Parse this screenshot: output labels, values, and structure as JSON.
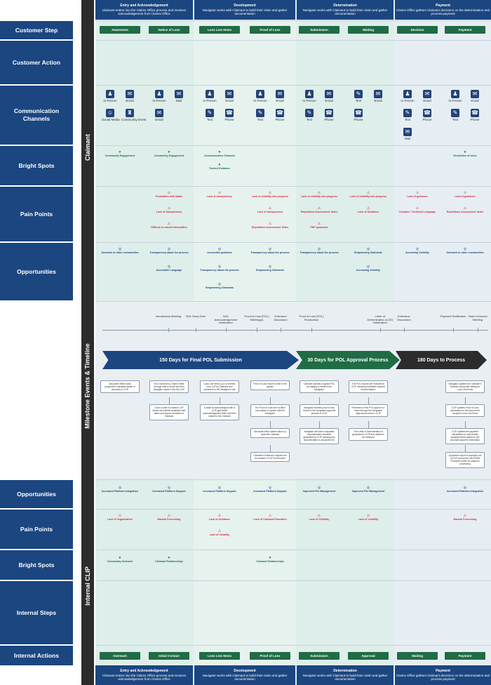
{
  "labels": {
    "customer_step": "Customer Step",
    "customer_action": "Customer Action",
    "communication_channels": "Communication Channels",
    "bright_spots": "Bright Spots",
    "pain_points": "Pain Points",
    "opportunities": "Opportunities",
    "opportunities_clip": "Opportunities",
    "pain_points_clip": "Pain Points",
    "bright_spots_clip": "Bright Spots",
    "internal_steps": "Internal Steps",
    "internal_actions": "Internal Actions"
  },
  "vertical_bands": {
    "claimant": "Claimant",
    "milestone": "Milestone Events & Timeline",
    "clip": "Internal CLIP"
  },
  "phases": [
    {
      "title": "Entry and Acknowledgement",
      "desc": "Claimant enters into the Claims Office process and receives acknowledgement from Claims Office"
    },
    {
      "title": "Development",
      "desc": "Navigator works with Claimant to build their claim and gather documentation"
    },
    {
      "title": "Determination",
      "desc": "Navigator works with Claimant to build their claim and gather documentation"
    },
    {
      "title": "Payment",
      "desc": "Claims Office gathers Claimant decisions on the determination and process payment"
    }
  ],
  "customer_steps": [
    "Awareness",
    "Notice of Loss",
    "Loss Line Items",
    "Proof of Loss",
    "Submission",
    "Waiting",
    "Decision",
    "Payment"
  ],
  "internal_actions": [
    "Outreach",
    "Initial Contact",
    "Loss Line Items",
    "Proof of Loss",
    "Submission",
    "Approval",
    "Waiting",
    "Payment"
  ],
  "channels": [
    [
      {
        "icon": "in-person-icon",
        "glyph": "♟",
        "label": "In Person"
      },
      {
        "icon": "email-icon",
        "glyph": "✉",
        "label": "Email"
      },
      {
        "icon": "social-media-icon",
        "glyph": "☺",
        "label": "Social Media"
      },
      {
        "icon": "community-event-icon",
        "glyph": "♜",
        "label": "Community Event"
      }
    ],
    [
      {
        "icon": "in-person-icon",
        "glyph": "♟",
        "label": "In Person"
      },
      {
        "icon": "mail-icon",
        "glyph": "✉",
        "label": "Mail"
      },
      {
        "icon": "email-icon",
        "glyph": "✉",
        "label": "Email"
      }
    ],
    [
      {
        "icon": "in-person-icon",
        "glyph": "♟",
        "label": "In Person"
      },
      {
        "icon": "email-icon",
        "glyph": "✉",
        "label": "Email"
      },
      {
        "icon": "text-icon",
        "glyph": "✎",
        "label": "Text"
      },
      {
        "icon": "phone-icon",
        "glyph": "☎",
        "label": "Phone"
      }
    ],
    [
      {
        "icon": "in-person-icon",
        "glyph": "♟",
        "label": "In Person"
      },
      {
        "icon": "email-icon",
        "glyph": "✉",
        "label": "Email"
      },
      {
        "icon": "text-icon",
        "glyph": "✎",
        "label": "Text"
      },
      {
        "icon": "phone-icon",
        "glyph": "☎",
        "label": "Phone"
      }
    ],
    [
      {
        "icon": "in-person-icon",
        "glyph": "♟",
        "label": "In Person"
      },
      {
        "icon": "email-icon",
        "glyph": "✉",
        "label": "Email"
      },
      {
        "icon": "text-icon",
        "glyph": "✎",
        "label": "Text"
      },
      {
        "icon": "phone-icon",
        "glyph": "☎",
        "label": "Phone"
      }
    ],
    [
      {
        "icon": "text-icon",
        "glyph": "✎",
        "label": "Text"
      },
      {
        "icon": "email-icon",
        "glyph": "✉",
        "label": "Email"
      },
      {
        "icon": "phone-icon",
        "glyph": "☎",
        "label": "Phone"
      }
    ],
    [
      {
        "icon": "in-person-icon",
        "glyph": "♟",
        "label": "In Person"
      },
      {
        "icon": "email-icon",
        "glyph": "✉",
        "label": "Email"
      },
      {
        "icon": "text-icon",
        "glyph": "✎",
        "label": "Text"
      },
      {
        "icon": "phone-icon",
        "glyph": "☎",
        "label": "Phone"
      },
      {
        "icon": "mail-icon",
        "glyph": "✉",
        "label": "Mail"
      }
    ],
    [
      {
        "icon": "in-person-icon",
        "glyph": "♟",
        "label": "In Person"
      },
      {
        "icon": "email-icon",
        "glyph": "✉",
        "label": "Email"
      },
      {
        "icon": "text-icon",
        "glyph": "✎",
        "label": "Text"
      },
      {
        "icon": "phone-icon",
        "glyph": "☎",
        "label": "Phone"
      }
    ]
  ],
  "bright_spots": [
    {
      "col": 0,
      "title": "Community Engagement"
    },
    {
      "col": 1,
      "title": "Community Engagement"
    },
    {
      "col": 2,
      "title": "Communication Channels"
    },
    {
      "col": 2,
      "title": "Trusted Guidance"
    },
    {
      "col": 7,
      "title": "Resolution of Issue"
    }
  ],
  "pain_points": [
    {
      "col": 1,
      "title": "Frustration with Intake"
    },
    {
      "col": 1,
      "title": "Lack of transparency"
    },
    {
      "col": 1,
      "title": "Difficult to submit information"
    },
    {
      "col": 2,
      "title": "Lack of transparency"
    },
    {
      "col": 3,
      "title": "Lack of visibility into progress"
    },
    {
      "col": 3,
      "title": "Lack of transparency"
    },
    {
      "col": 3,
      "title": "Repetitious Assessment Tasks"
    },
    {
      "col": 4,
      "title": "Lack of visibility into progress"
    },
    {
      "col": 4,
      "title": "Repetitious Assessment Tasks"
    },
    {
      "col": 4,
      "title": "PDF ignorance"
    },
    {
      "col": 5,
      "title": "Lack of visibility into progress"
    },
    {
      "col": 5,
      "title": "Lack of Guidance"
    },
    {
      "col": 6,
      "title": "Lack of guidance"
    },
    {
      "col": 6,
      "title": "Complex / Technical Language"
    },
    {
      "col": 7,
      "title": "Lack of guidance"
    },
    {
      "col": 7,
      "title": "Repetitious Assessment Tasks"
    }
  ],
  "opportunities": [
    {
      "col": 0,
      "title": "Outreach to other communities"
    },
    {
      "col": 1,
      "title": "Transparency about the process"
    },
    {
      "col": 1,
      "title": "Accessible Language"
    },
    {
      "col": 2,
      "title": "Accessible guidance"
    },
    {
      "col": 2,
      "title": "Transparency about the process"
    },
    {
      "col": 2,
      "title": "Empowering Claimants"
    },
    {
      "col": 3,
      "title": "Transparency about the process"
    },
    {
      "col": 3,
      "title": "Empowering Claimants"
    },
    {
      "col": 4,
      "title": "Transparency about the process"
    },
    {
      "col": 5,
      "title": "Empowering Claimants"
    },
    {
      "col": 5,
      "title": "Increasing Visibility"
    },
    {
      "col": 6,
      "title": "Increasing Visibility"
    },
    {
      "col": 7,
      "title": "Outreach to other communities"
    }
  ],
  "timeline": {
    "events": [
      {
        "label": "Introductory Meeting"
      },
      {
        "label": "NOL Deep Dive"
      },
      {
        "label": "NOL Acknowledgement Notification"
      },
      {
        "label": "Proof of Loss (POL) Meeting(s)"
      },
      {
        "label": "Extension Discussion"
      },
      {
        "label": "Proof of Loss (POL) Finalization"
      },
      {
        "label": "Letter of Determination (LOD) Notification"
      },
      {
        "label": "Extension Discussion"
      },
      {
        "label": "Payment Notification"
      },
      {
        "label": "Claim Closeout Meeting"
      }
    ],
    "phases": [
      {
        "label": "150 Days for Final POL Submission",
        "color": "#1b4680"
      },
      {
        "label": "30 Days for POL Approval Process",
        "color": "#1f6c45"
      },
      {
        "label": "180 Days to Process",
        "color": "#2c2c2c"
      }
    ],
    "boxes": [
      {
        "col": 0,
        "lines": [
          "Advocate Office made prospective claimants aware of accounts in CLIP"
        ]
      },
      {
        "col": 1,
        "lines": [
          "NOL received by Claims Office through mail or email and then Navigator inputs it into the CLIP",
          "Once a claim is created CLIP tracks the timeline deadlines with dates and issues reminders to Claimant"
        ]
      },
      {
        "col": 2,
        "lines": [
          "Loss Line Items (LLI) is entered into CLIP by Claimant and uploaded on the Navigator's call",
          "A claim is acknowledged with a CLIP-generated acknowledgement letter and then mailed to the Claimant"
        ]
      },
      {
        "col": 3,
        "lines": [
          "Proof of Loss record is built in the system",
          "The Proof of Loss form is filled out outside of system with the Navigator",
          "Advocate office makes follow up calls with Claimant",
          "Claimant's Extension request can be created in CLIP and tracked"
        ]
      },
      {
        "col": 4,
        "lines": [
          "Claimant submits a signed POL via mailing or email to the Navigator",
          "Navigator submits proof of loss record to the Integrated approval process in CLIP",
          "Navigator will have a separate documentation checklist generated by CLIP outlining any documentation is accounted for"
        ]
      },
      {
        "col": 5,
        "lines": [
          "The POL records are reviewed in CLIP including submitted required documentation",
          "Reviewers of the POL approve or reject through the integrated approval process in CLIP",
          "The Letter of Determination is generated in CLIP and mailed to the claimant"
        ]
      },
      {
        "col": 7,
        "lines": [
          "Navigator updates the Claimant's Decision along with setting for Loss Line Items",
          "CLIP updates Proof of Loss calculations to the account for accepted Loss Line Items",
          "CLIP updates the payment calculations to only include accepted items based on the accurate payment information",
          "A payment report is expected out of CLIP and sent to the FEMA Financial Center for payment processing"
        ]
      }
    ]
  },
  "clip_opportunities": [
    {
      "col": 0,
      "title": "Increased Platform Integration"
    },
    {
      "col": 1,
      "title": "Increased Platform Support"
    },
    {
      "col": 2,
      "title": "Increased Platform Support"
    },
    {
      "col": 3,
      "title": "Increased Platform Support"
    },
    {
      "col": 4,
      "title": "Improved File Management"
    },
    {
      "col": 5,
      "title": "Improved File Management"
    },
    {
      "col": 7,
      "title": "Increased Platform Integration"
    }
  ],
  "clip_pain_points": [
    {
      "col": 0,
      "title": "Lack of Organization"
    },
    {
      "col": 1,
      "title": "Manual Processing"
    },
    {
      "col": 2,
      "title": "Lack of Guidance"
    },
    {
      "col": 2,
      "title": "Lack of Visibility"
    },
    {
      "col": 3,
      "title": "Lack of Claimant Education"
    },
    {
      "col": 4,
      "title": "Lack of Visibility"
    },
    {
      "col": 5,
      "title": "Lack of Visibility"
    },
    {
      "col": 7,
      "title": "Manual Processing"
    }
  ],
  "clip_bright_spots": [
    {
      "col": 0,
      "title": "Community Outreach"
    },
    {
      "col": 1,
      "title": "Claimant Relationships"
    },
    {
      "col": 3,
      "title": "Claimant Relationships"
    }
  ]
}
